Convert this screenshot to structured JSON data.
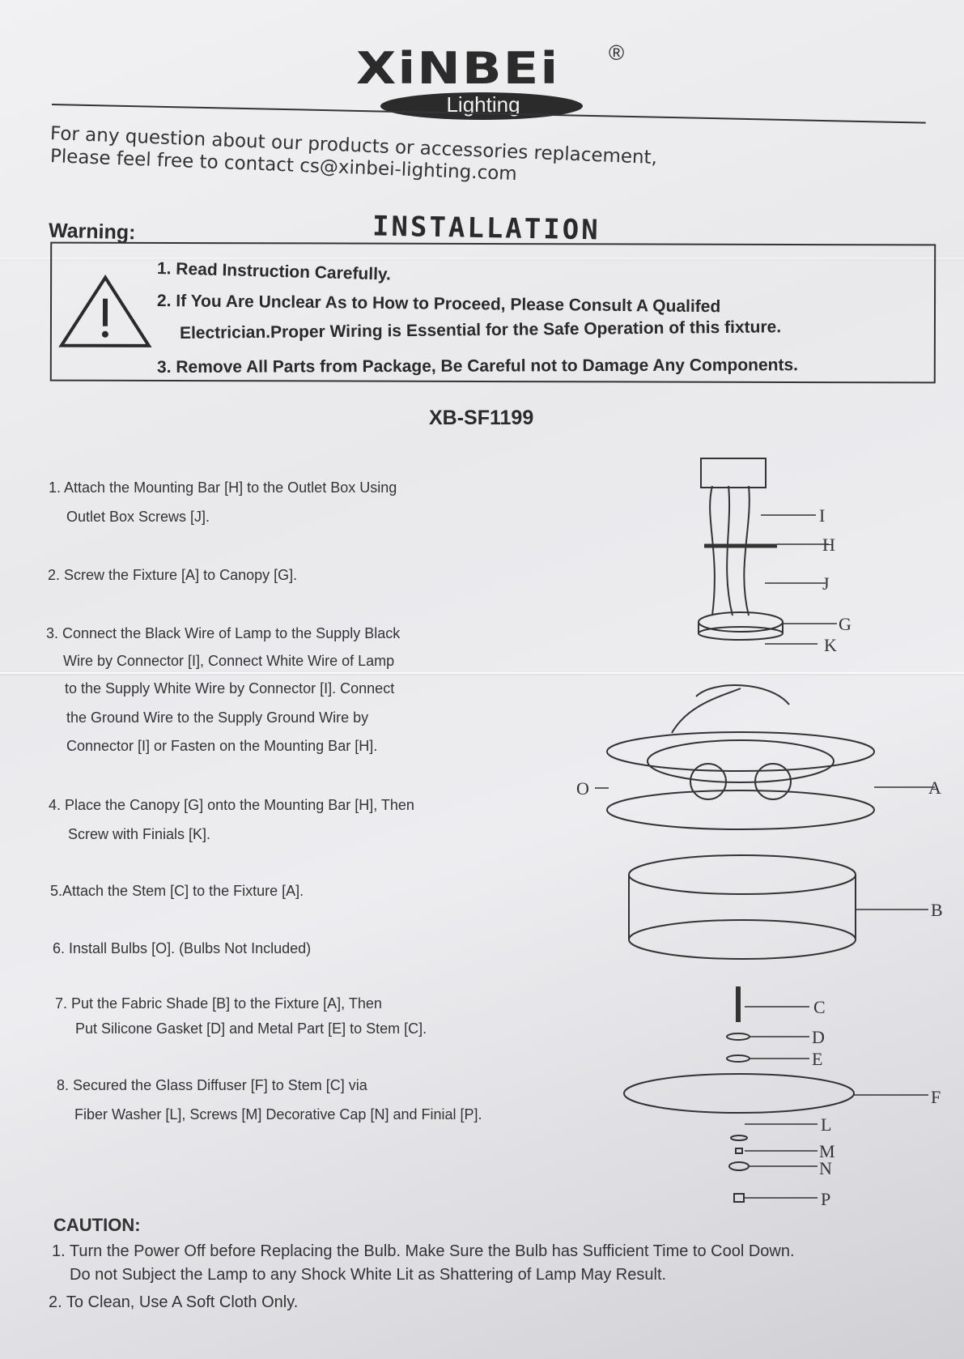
{
  "logo": {
    "brand": "XiNBEi",
    "registered": "®",
    "sub": "Lighting"
  },
  "contact": {
    "line1": "For any question about our products or accessories replacement,",
    "line2": "Please feel free to contact cs@xinbei-lighting.com"
  },
  "title": "INSTALLATION",
  "warning": {
    "label": "Warning:",
    "items": [
      "1. Read Instruction Carefully.",
      "2. If You Are Unclear As to How to Proceed, Please Consult A Qualifed",
      "Electrician.Proper Wiring is Essential for the Safe Operation of this fixture.",
      "3. Remove All Parts from Package, Be Careful not to Damage Any Components."
    ]
  },
  "model": "XB-SF1199",
  "steps": [
    [
      "1. Attach the Mounting Bar [H] to the Outlet Box Using",
      "Outlet Box Screws [J]."
    ],
    [
      "2. Screw the Fixture [A] to Canopy [G]."
    ],
    [
      "3. Connect the Black Wire of Lamp to the Supply Black",
      "Wire  by  Connector [I], Connect White Wire of Lamp",
      "to the Supply White Wire by Connector [I]. Connect",
      "the Ground Wire to the Supply Ground Wire by",
      "Connector [I] or Fasten on the Mounting Bar [H]."
    ],
    [
      "4. Place the Canopy [G] onto the Mounting Bar [H], Then",
      "Screw with Finials [K]."
    ],
    [
      "5.Attach the Stem [C] to the Fixture [A]."
    ],
    [
      "6. Install Bulbs [O]. (Bulbs Not Included)"
    ],
    [
      "7. Put the Fabric Shade [B] to the Fixture [A], Then",
      "Put Silicone Gasket [D] and Metal Part [E] to Stem [C]."
    ],
    [
      "8. Secured the Glass Diffuser [F] to Stem [C] via",
      "Fiber Washer [L], Screws [M] Decorative Cap [N] and Finial [P]."
    ]
  ],
  "diagram_labels": {
    "I": "I",
    "H": "H",
    "J": "J",
    "G": "G",
    "K": "K",
    "O": "O",
    "A": "A",
    "B": "B",
    "C": "C",
    "D": "D",
    "E": "E",
    "F": "F",
    "L": "L",
    "M": "M",
    "N": "N",
    "P": "P"
  },
  "caution": {
    "title": "CAUTION:",
    "items": [
      "1. Turn the Power Off before Replacing the Bulb. Make Sure the Bulb has Sufficient Time to Cool Down.",
      "Do not Subject the Lamp to any Shock White Lit as Shattering of Lamp May Result.",
      "2. To Clean, Use A Soft Cloth Only."
    ]
  }
}
